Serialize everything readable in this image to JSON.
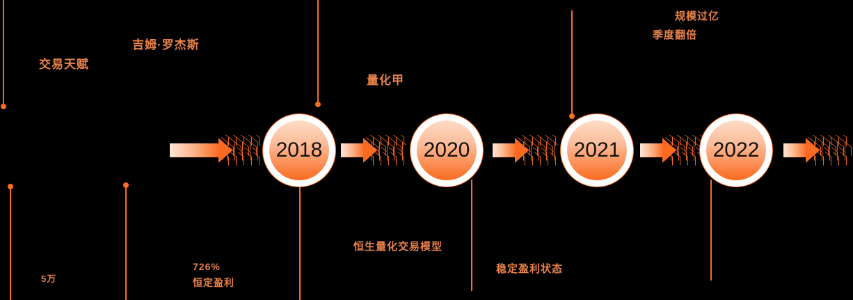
{
  "meta": {
    "title": "Trading Growth Timeline",
    "accent_orange": "#FB6B22",
    "label_orange": "#E8824A",
    "background": "#000000"
  },
  "timeline": {
    "nodes": [
      {
        "year": "2018"
      },
      {
        "year": "2020"
      },
      {
        "year": "2021"
      },
      {
        "year": "2022"
      }
    ]
  },
  "labels_above": [
    {
      "id": "trading-talent",
      "text": "交易天赋"
    },
    {
      "id": "jim-rogers",
      "text": "吉姆·罗杰斯"
    },
    {
      "id": "quant-jia",
      "text": "量化甲"
    },
    {
      "id": "scale-over-yi",
      "line1": "规模过亿",
      "line2": "季度翻倍"
    }
  ],
  "labels_below": [
    {
      "id": "fifty-thousand",
      "text": "5万"
    },
    {
      "id": "constant-profit",
      "line1": "726%",
      "line2": "恒定盈利"
    },
    {
      "id": "hengsheng-model",
      "text": "恒生量化交易模型"
    },
    {
      "id": "stable-profit-state",
      "text": "稳定盈利状态"
    }
  ]
}
